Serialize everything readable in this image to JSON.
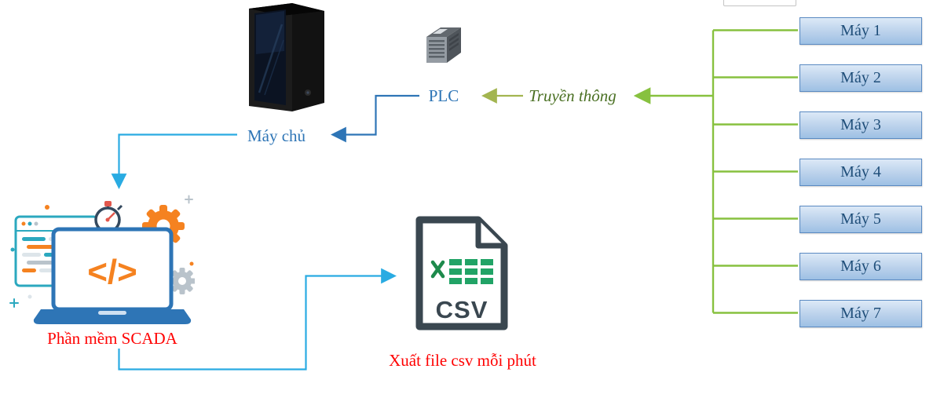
{
  "diagram": {
    "server": {
      "label": "Máy chủ"
    },
    "plc": {
      "label": "PLC"
    },
    "communication": {
      "label": "Truyền thông"
    },
    "scada": {
      "label": "Phần mềm SCADA"
    },
    "csv": {
      "file_text": "CSV",
      "caption": "Xuất file csv mỗi phút"
    },
    "machines": [
      {
        "label": "Máy 1"
      },
      {
        "label": "Máy 2"
      },
      {
        "label": "Máy 3"
      },
      {
        "label": "Máy 4"
      },
      {
        "label": "Máy 5"
      },
      {
        "label": "Máy 6"
      },
      {
        "label": "Máy 7"
      }
    ],
    "icons": {
      "code_glyph": "</>",
      "server_tower": "pc-tower-icon",
      "plc_device": "plc-device-icon",
      "csv_file": "csv-file-icon",
      "scada_software": "scada-laptop-illustration"
    },
    "colors": {
      "label_blue": "#2E75B6",
      "machine_text": "#1F4E79",
      "machine_border": "#5A8AC2",
      "machine_fill_top": "#DCE9F7",
      "machine_fill_bottom": "#9DC0E4",
      "red_label": "#FF0000",
      "green_connector": "#87C13F",
      "olive_arrow": "#A3B550",
      "dark_green_text": "#4A7023",
      "blue_connector": "#2E75B6",
      "cyan_connector": "#29ABE2",
      "csv_dark": "#3A4750",
      "excel_green": "#21A366",
      "scada_orange": "#F58220",
      "scada_teal": "#2BA8BF"
    }
  }
}
